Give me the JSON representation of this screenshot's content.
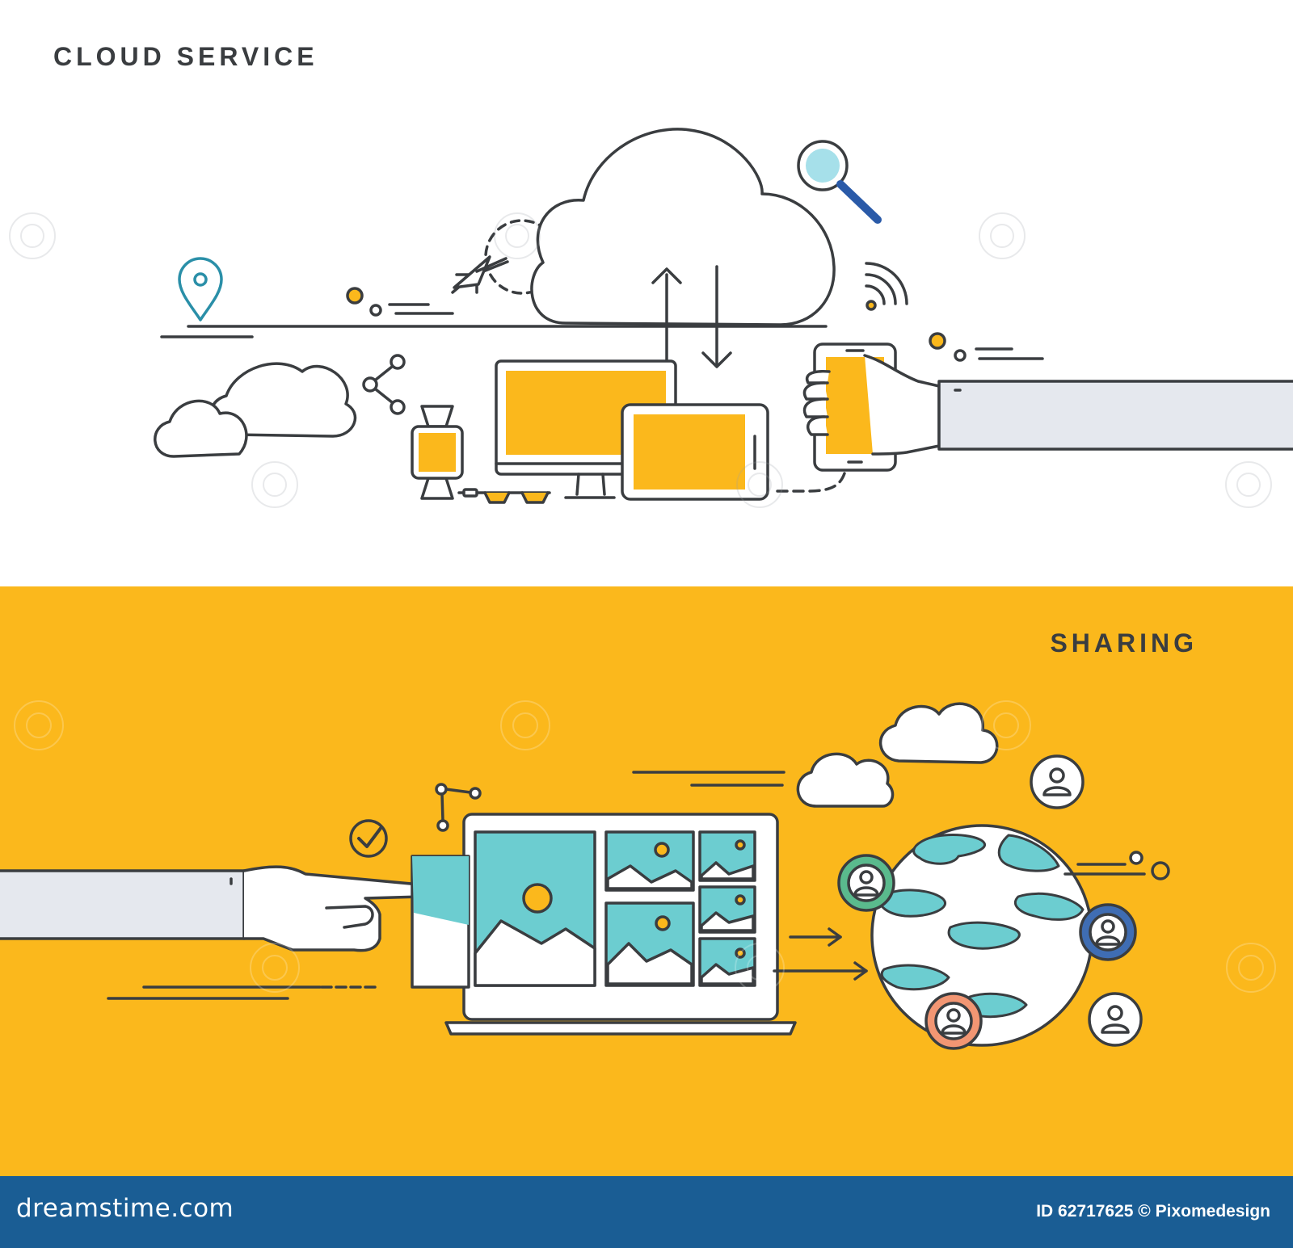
{
  "top_panel": {
    "title": "CLOUD SERVICE",
    "background": "#ffffff",
    "icons": [
      "cloud-icon",
      "small-clouds-icon",
      "location-pin-icon",
      "magnifier-icon",
      "wifi-icon",
      "share-icon",
      "cursor-icon",
      "upload-arrow-icon",
      "download-arrow-icon",
      "monitor-icon",
      "tablet-icon",
      "smartwatch-icon",
      "glasses-icon",
      "smartphone-icon",
      "hand-icon"
    ]
  },
  "bottom_panel": {
    "title": "SHARING",
    "background": "#fbb81c",
    "icons": [
      "pointing-hand-icon",
      "laptop-icon",
      "photo-gallery-icon",
      "checkmark-icon",
      "node-graph-icon",
      "clouds-icon",
      "globe-icon",
      "user-avatar-icon",
      "arrow-right-icon"
    ]
  },
  "footer": {
    "brand": "dreamstime.com",
    "credit": "ID 62717625 © Pixomedesign",
    "background": "#1a5d94"
  },
  "colors": {
    "stroke": "#3a3d40",
    "accent_yellow": "#fbb81c",
    "teal": "#6ccdd0",
    "sleeve": "#e5e8ee",
    "blue": "#3f6db3",
    "orange": "#f29673",
    "green": "#5aba8d"
  }
}
